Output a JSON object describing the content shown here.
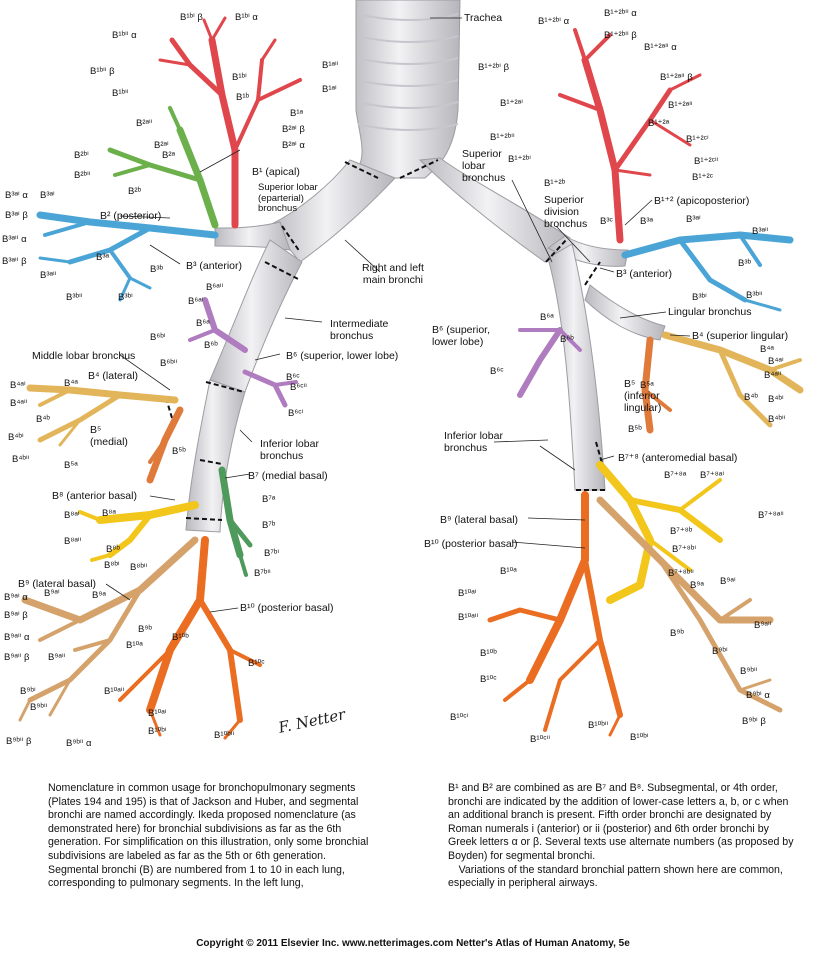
{
  "labels": {
    "trachea": "Trachea",
    "right_main": "Right and left\nmain bronchi",
    "intermediate": "Intermediate\nbronchus",
    "sup_lobar_right": "Superior lobar\n(eparterial)\nbronchus",
    "middle_lobar": "Middle lobar bronchus",
    "inferior_lobar_right": "Inferior lobar\nbronchus",
    "sup_lobar_left": "Superior\nlobar\nbronchus",
    "sup_division": "Superior\ndivision\nbronchus",
    "lingular": "Lingular bronchus",
    "inferior_lobar_left": "Inferior lobar\nbronchus",
    "b1": "B¹ (apical)",
    "b2": "B² (posterior)",
    "b3r": "B³ (anterior)",
    "b4r": "B⁴ (lateral)",
    "b5r": "B⁵\n(medial)",
    "b6r": "B⁶ (superior, lower lobe)",
    "b7r": "B⁷ (medial basal)",
    "b8r": "B⁸ (anterior basal)",
    "b9r": "B⁹ (lateral basal)",
    "b10r": "B¹⁰ (posterior basal)",
    "b12": "B¹⁺² (apicoposterior)",
    "b3l": "B³ (anterior)",
    "b4l": "B⁴ (superior lingular)",
    "b5l": "B⁵\n(inferior\nlingular)",
    "b6l": "B⁶ (superior,\nlower lobe)",
    "b78l": "B⁷⁺⁸ (anteromedial basal)",
    "b9l": "B⁹ (lateral basal)",
    "b10l": "B¹⁰ (posterior basal)"
  },
  "small_labels": [
    "B¹ᵇⁱ β",
    "B¹ᵇⁱ α",
    "B¹ᵇⁱⁱ α",
    "B¹ᵇⁱⁱ β",
    "B¹ᵇⁱ",
    "B¹ᵇⁱⁱ",
    "B¹ᵃⁱⁱ",
    "B¹ᵃⁱ",
    "B¹ᵇ",
    "B¹ᵃ",
    "B²ᵃⁱⁱ",
    "B²ᵃⁱ β",
    "B²ᵃⁱ",
    "B²ᵃⁱ α",
    "B²ᵇⁱ",
    "B²ᵇⁱⁱ",
    "B²ᵃ",
    "B²ᵇ",
    "B³ᵃⁱ α",
    "B³ᵃⁱ",
    "B³ᵃⁱ β",
    "B³ᵃⁱⁱ α",
    "B³ᵃⁱⁱ β",
    "B³ᵃ",
    "B³ᵃⁱⁱ",
    "B³ᵇ",
    "B³ᵇⁱⁱ",
    "B³ᵇⁱ",
    "B⁶ᵃⁱⁱ",
    "B⁶ᵃⁱ",
    "B⁶ᵃ",
    "B⁶ᵇ",
    "B⁶ᵇⁱ",
    "B⁶ᵇⁱⁱ",
    "B⁶ᶜ",
    "B⁶ᶜⁱⁱ",
    "B⁶ᶜⁱ",
    "B⁴ᵃⁱ",
    "B⁴ᵃⁱⁱ",
    "B⁴ᵃ",
    "B⁴ᵇ",
    "B⁴ᵇⁱ",
    "B⁴ᵇⁱⁱ",
    "B⁵ᵃ",
    "B⁵ᵇ",
    "B⁷ᵃ",
    "B⁷ᵇ",
    "B⁷ᵇⁱ",
    "B⁷ᵇⁱⁱ",
    "B⁸ᵃⁱ",
    "B⁸ᵃ",
    "B⁸ᵃⁱⁱ",
    "B⁸ᵇ",
    "B⁸ᵇⁱ",
    "B⁸ᵇⁱⁱ",
    "B⁹ᵃⁱ α",
    "B⁹ᵃⁱ",
    "B⁹ᵃ",
    "B⁹ᵃⁱ β",
    "B⁹ᵃⁱⁱ α",
    "B⁹ᵃⁱⁱ β",
    "B⁹ᵇ",
    "B⁹ᵃⁱⁱ",
    "B⁹ᵇⁱ",
    "B⁹ᵇⁱⁱ",
    "B⁹ᵇⁱⁱ β",
    "B⁹ᵇⁱⁱ α",
    "B¹⁰ᵃ",
    "B¹⁰ᵃⁱⁱ",
    "B¹⁰ᵃⁱ",
    "B¹⁰ᵇ",
    "B¹⁰ᶜ",
    "B¹⁰ᵇⁱ",
    "B¹⁰ᵇⁱⁱ",
    "B¹⁺²ᵇⁱ α",
    "B¹⁺²ᵇⁱⁱ α",
    "B¹⁺²ᵇⁱⁱ β",
    "B¹⁺²ᵃⁱⁱ α",
    "B¹⁺²ᵇⁱ β",
    "B¹⁺²ᵃⁱⁱ β",
    "B¹⁺²ᵃⁱ",
    "B¹⁺²ᵃⁱⁱ",
    "B¹⁺²ᵃ",
    "B¹⁺²ᵇⁱⁱ",
    "B¹⁺²ᶜⁱ",
    "B¹⁺²ᵇⁱ",
    "B¹⁺²ᶜⁱⁱ",
    "B¹⁺²ᵇ",
    "B¹⁺²ᶜ",
    "B³ᶜ",
    "B³ᵃ",
    "B³ᵃⁱ",
    "B³ᵃⁱⁱ",
    "B³ᵇⁱ",
    "B³ᵇ",
    "B³ᵇⁱⁱ",
    "B⁴ᵃ",
    "B⁴ᵃⁱ",
    "B⁴ᵃⁱⁱ",
    "B⁴ᵇ",
    "B⁴ᵇⁱ",
    "B⁴ᵇⁱⁱ",
    "B⁵ᵃ",
    "B⁵ᵇ",
    "B⁶ᵃ",
    "B⁶ᵇ",
    "B⁶ᶜ",
    "B⁷⁺⁸ᵃ",
    "B⁷⁺⁸ᵃⁱ",
    "B⁷⁺⁸ᵃⁱⁱ",
    "B⁷⁺⁸ᵇ",
    "B⁷⁺⁸ᵇⁱ",
    "B⁷⁺⁸ᵇⁱⁱ",
    "B⁹ᵃ",
    "B⁹ᵃⁱ",
    "B⁹ᵃⁱⁱ",
    "B⁹ᵇ",
    "B⁹ᵇⁱ",
    "B⁹ᵇⁱⁱ",
    "B⁹ᵇⁱ α",
    "B⁹ᵇⁱ β",
    "B¹⁰ᵃ",
    "B¹⁰ᵃⁱ",
    "B¹⁰ᵃⁱⁱ",
    "B¹⁰ᵇ",
    "B¹⁰ᶜ",
    "B¹⁰ᶜⁱ",
    "B¹⁰ᶜⁱⁱ",
    "B¹⁰ᵇⁱⁱ",
    "B¹⁰ᵇⁱ"
  ],
  "caption_left": "Nomenclature in common usage for bronchopulmonary segments (Plates 194 and 195) is that of Jackson and Huber, and segmental bronchi are named accordingly. Ikeda proposed nomenclature (as demonstrated here) for bronchial subdivisions as far as the 6th generation. For simplification on this illustration, only some bronchial subdivisions are labeled as far as the 5th or 6th generation. Segmental bronchi (B) are numbered from 1 to 10 in each lung, corresponding to pulmonary segments. In the left lung,",
  "caption_right": "B¹ and B² are combined as are B⁷ and B⁸. Subsegmental, or 4th order, bronchi are indicated by the addition of lower-case letters a, b, or c when an additional branch is present. Fifth order bronchi are designated by Roman numerals i (anterior) or ii (posterior) and 6th order bronchi by Greek letters α or β. Several texts use alternate numbers (as proposed by Boyden) for segmental bronchi.\n Variations of the standard bronchial pattern shown here are common, especially in peripheral airways.",
  "copyright": "Copyright © 2011 Elsevier Inc. www.netterimages.com Netter's Atlas of Human Anatomy, 5e",
  "signature": "F. Netter",
  "colors": {
    "airway": "#d9d9dc",
    "b1": "#e0474c",
    "b2": "#6bb04a",
    "b3": "#4aa5d6",
    "b4": "#e2b55a",
    "b5": "#e07a3a",
    "b6": "#b07cc0",
    "b7": "#4e9a5c",
    "b8": "#f2c61b",
    "b9": "#d4a26a",
    "b10": "#ea6d22"
  }
}
